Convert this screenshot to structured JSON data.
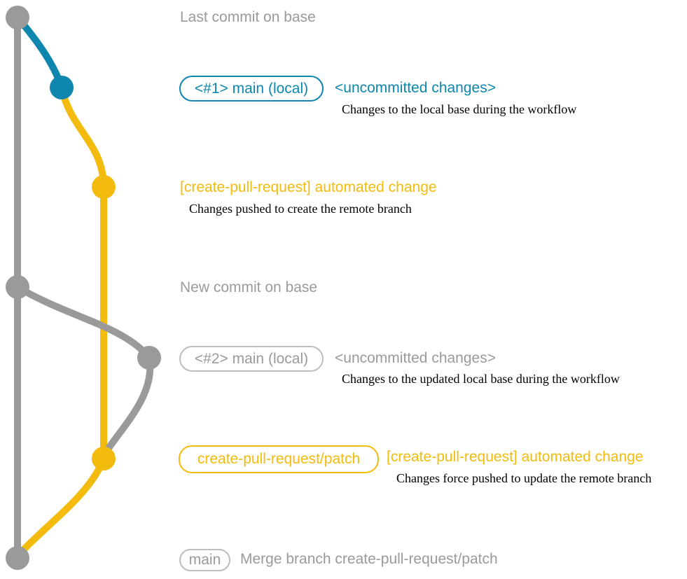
{
  "colors": {
    "blue": "#0e86ad",
    "yellow": "#f2bb0d",
    "gray": "#9a9a9a",
    "gray_light": "#bdbdbd",
    "black": "#000000",
    "background": "#ffffff"
  },
  "annotations": {
    "last_commit_label": "Last commit on base",
    "new_commit_label": "New commit on base",
    "row1": {
      "badge": "<#1> main (local)",
      "title": "<uncommitted changes>",
      "description": "Changes to the local base during the workflow"
    },
    "row2": {
      "title": "[create-pull-request] automated change",
      "description": "Changes pushed to create the remote branch"
    },
    "row3": {
      "badge": "<#2> main (local)",
      "title": "<uncommitted changes>",
      "description": "Changes to the updated local base during the workflow"
    },
    "row4": {
      "badge": "create-pull-request/patch",
      "title": "[create-pull-request] automated change",
      "description": "Changes force pushed to update the remote branch"
    },
    "row5": {
      "badge": "main",
      "title": "Merge branch create-pull-request/patch"
    }
  }
}
